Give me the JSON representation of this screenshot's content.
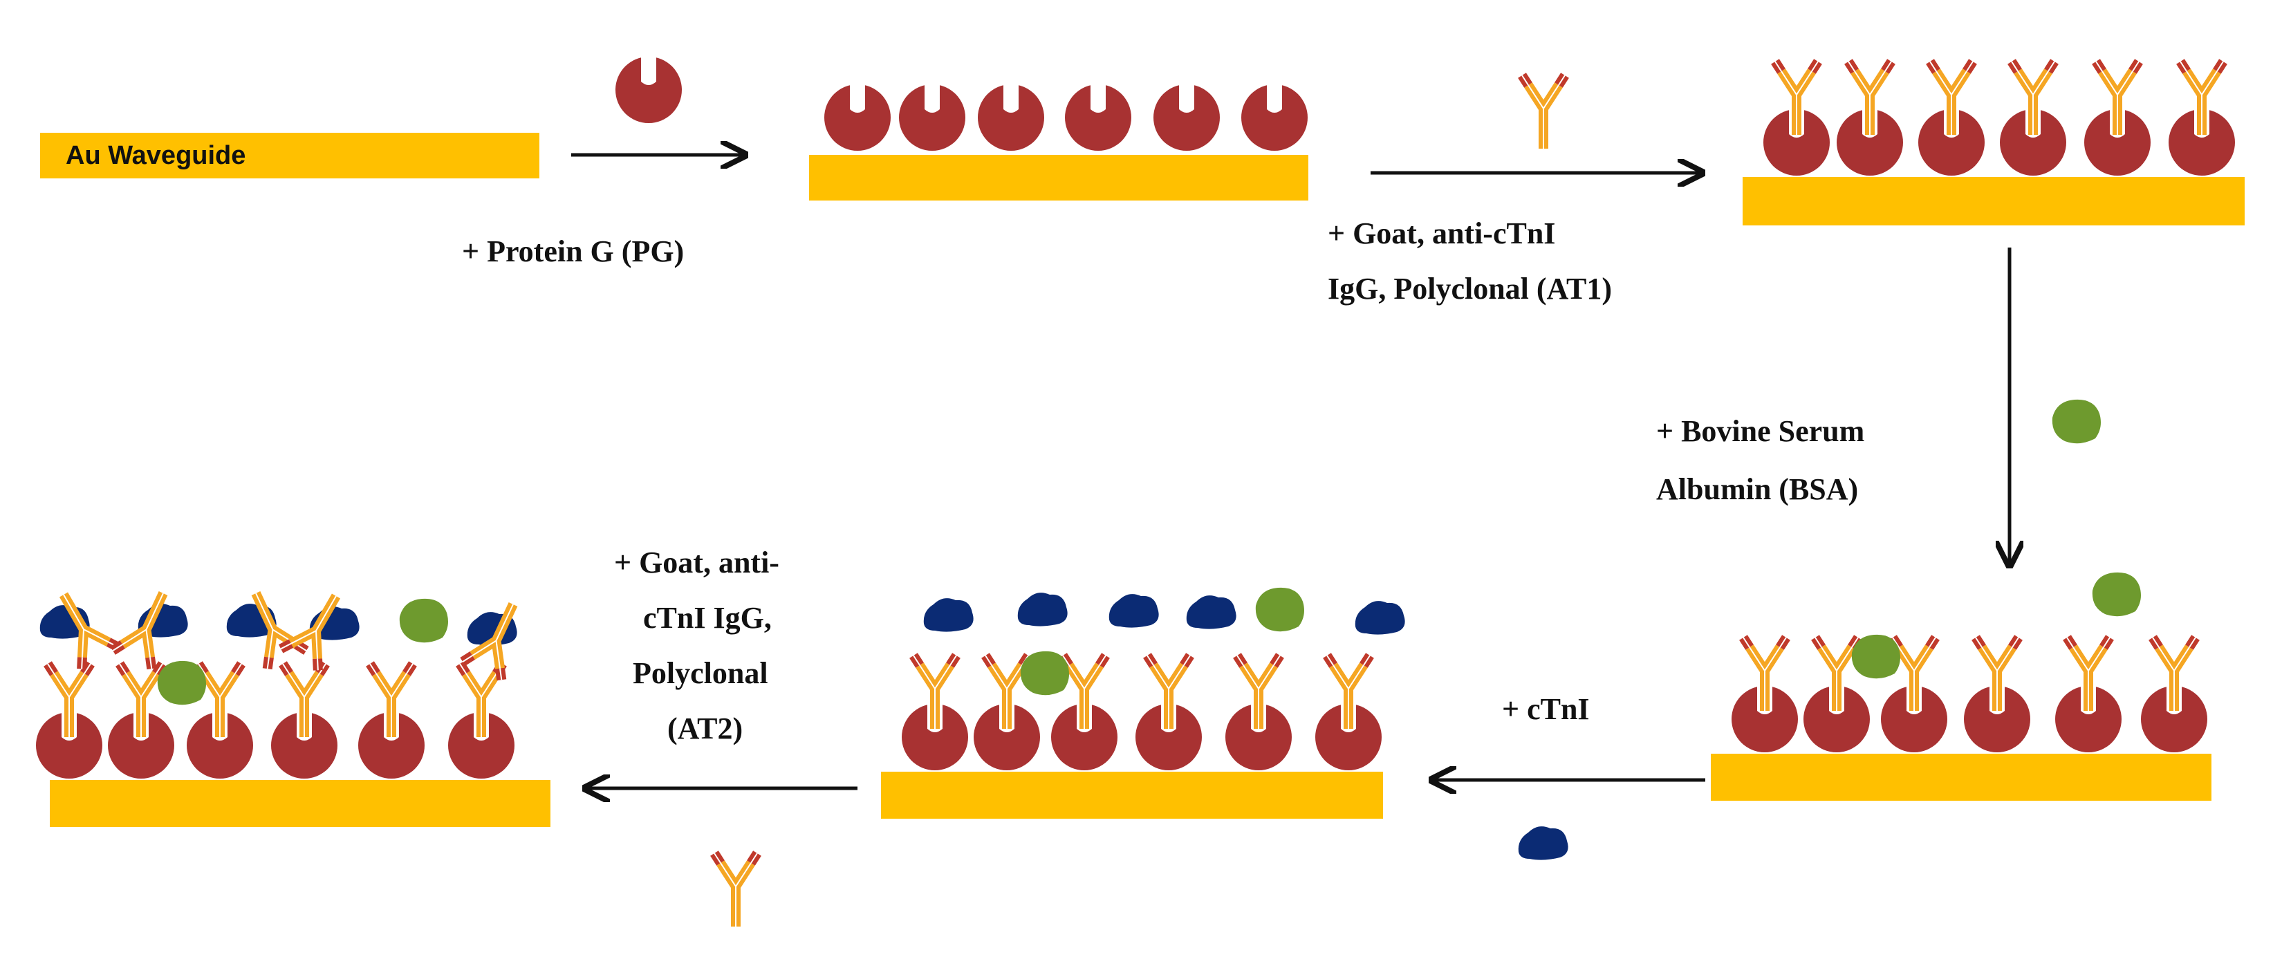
{
  "colors": {
    "waveguide": "#FFC000",
    "protein_g": "#A83232",
    "antibody": "#F5A623",
    "antibody_tip": "#C0392B",
    "bsa": "#6E9A2E",
    "ctni": "#0B2B74",
    "arrow": "#111111"
  },
  "icons": {
    "protein_g": "protein-g-icon",
    "antibody": "antibody-icon",
    "bsa": "bsa-icon",
    "ctni": "ctni-icon"
  },
  "labels": {
    "waveguide": "Au Waveguide",
    "step1": "+ Protein G (PG)",
    "step2_line1": "+ Goat, anti-cTnI",
    "step2_line2": "IgG, Polyclonal (AT1)",
    "step3_line1": "+ Bovine Serum",
    "step3_line2": "Albumin (BSA)",
    "step4": "+ cTnI",
    "step5_line1": "+ Goat, anti-",
    "step5_line2": "cTnI IgG,",
    "step5_line3": "Polyclonal",
    "step5_line4": "(AT2)"
  }
}
